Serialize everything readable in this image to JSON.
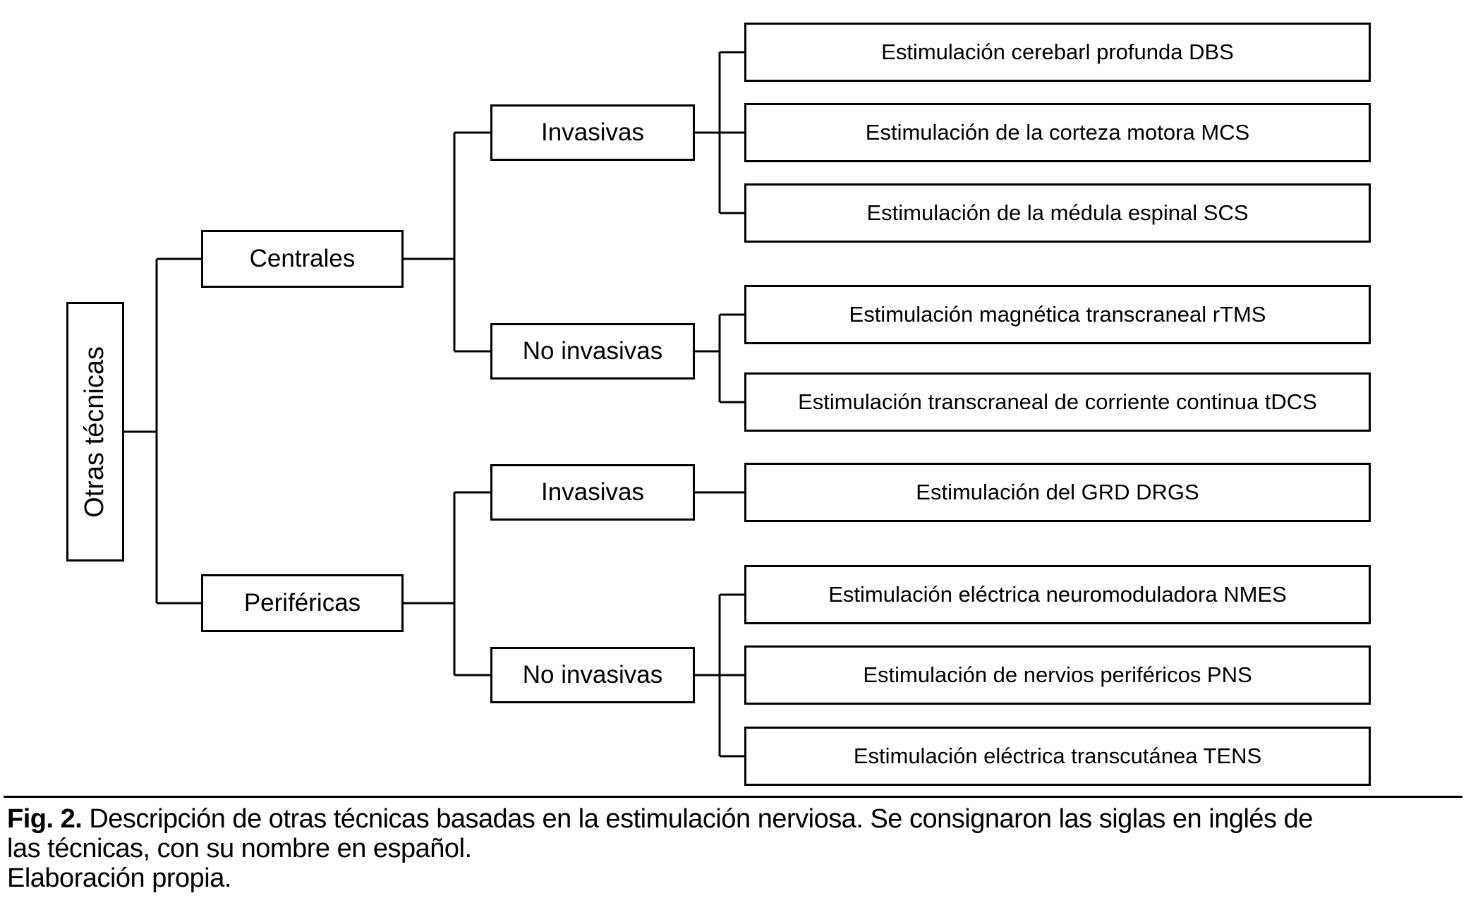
{
  "tree": {
    "root": {
      "label": "Otras técnicas"
    },
    "centrales": {
      "label": "Centrales",
      "invasivas": {
        "label": "Invasivas",
        "leaves": [
          "Estimulación cerebarl profunda DBS",
          "Estimulación de la corteza motora MCS",
          "Estimulación de la médula espinal SCS"
        ]
      },
      "no_invasivas": {
        "label": "No invasivas",
        "leaves": [
          "Estimulación magnética transcraneal rTMS",
          "Estimulación transcraneal de corriente continua tDCS"
        ]
      }
    },
    "perifericas": {
      "label": "Periféricas",
      "invasivas": {
        "label": "Invasivas",
        "leaves": [
          "Estimulación del GRD DRGS"
        ]
      },
      "no_invasivas": {
        "label": "No invasivas",
        "leaves": [
          "Estimulación eléctrica neuromoduladora NMES",
          "Estimulación de nervios periféricos PNS",
          "Estimulación eléctrica transcutánea TENS"
        ]
      }
    }
  },
  "caption": {
    "fig_label": "Fig. 2.",
    "line1_rest": " Descripción de otras técnicas basadas en la estimulación nerviosa. Se consignaron las siglas en inglés de",
    "line2": "las técnicas, con su nombre en español.",
    "line3": "Elaboración propia."
  },
  "colors": {
    "line": "#000000",
    "background": "#ffffff",
    "text": "#000000"
  }
}
